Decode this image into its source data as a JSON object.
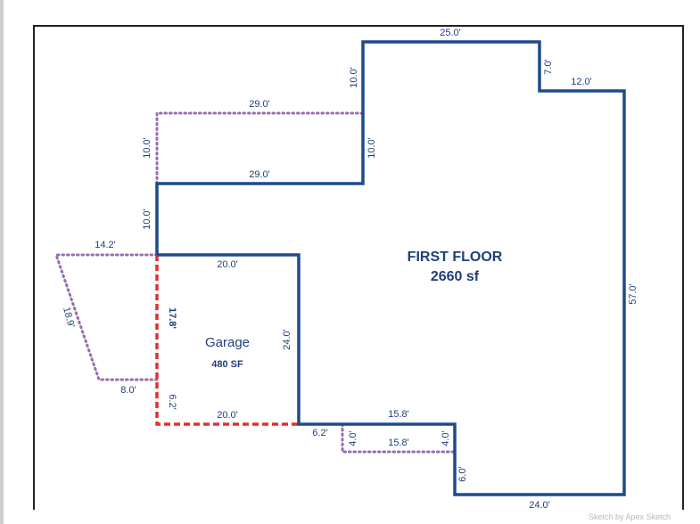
{
  "main_area": {
    "title": "FIRST FLOOR",
    "area": "2660 sf"
  },
  "garage": {
    "title": "Garage",
    "area": "480 SF"
  },
  "dimensions": {
    "top_25": "25.0'",
    "seg_7": "7.0'",
    "seg_12": "12.0'",
    "left_upper_10": "10.0'",
    "dotted_29": "29.0'",
    "dotted_left_10": "10.0'",
    "mid_10": "10.0'",
    "wall_29": "29.0'",
    "left_10": "10.0'",
    "right_57": "57.0'",
    "dotted_14_2": "14.2'",
    "garage_top_20": "20.0'",
    "garage_left_17_8": "17.8'",
    "dotted_18_9": "18.9'",
    "garage_right_24": "24.0'",
    "dotted_8": "8.0'",
    "garage_left_6_2": "6.2'",
    "garage_bottom_20": "20.0'",
    "step_6_2": "6.2'",
    "wall_15_8": "15.8'",
    "dotted_4_left": "4.0'",
    "dotted_15_8": "15.8'",
    "dotted_4_right": "4.0'",
    "seg_6": "6.0'",
    "bottom_24": "24.0'"
  },
  "watermark": "Sketch by Apex Sketch",
  "colors": {
    "wall": "#1f4a8c",
    "garage_outline": "#e03030",
    "porch_outline": "#9a6bb0",
    "label": "#1f3f7a"
  }
}
